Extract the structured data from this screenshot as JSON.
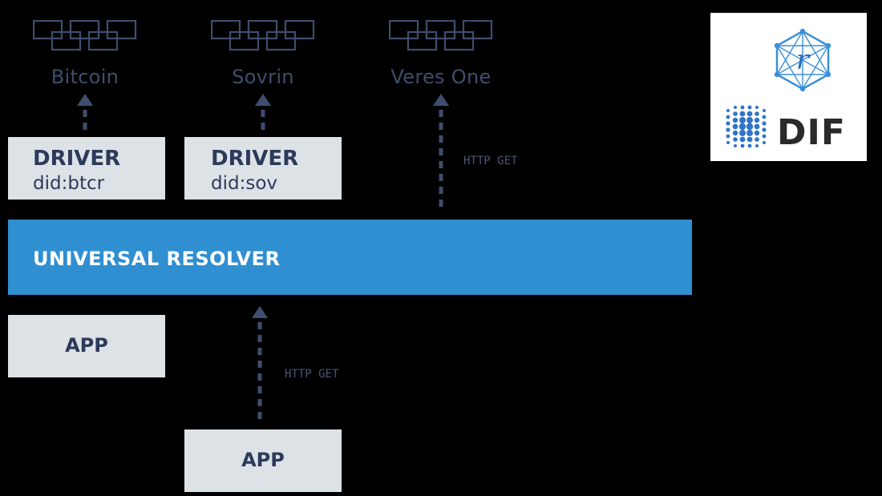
{
  "networks": [
    {
      "label": "Bitcoin",
      "icon": "blockchain-icon"
    },
    {
      "label": "Sovrin",
      "icon": "blockchain-icon"
    },
    {
      "label": "Veres One",
      "icon": "blockchain-icon"
    }
  ],
  "drivers": [
    {
      "title": "DRIVER",
      "method": "did:btcr"
    },
    {
      "title": "DRIVER",
      "method": "did:sov"
    }
  ],
  "veres_link": {
    "protocol_label": "HTTP GET"
  },
  "resolver": {
    "label": "UNIVERSAL RESOLVER",
    "color": "#2f8fd0"
  },
  "apps": [
    {
      "label": "APP"
    },
    {
      "label": "APP",
      "protocol_label": "HTTP GET"
    }
  ],
  "logo": {
    "text": "DIF",
    "emblem_letter": "r"
  },
  "colors": {
    "background": "#000000",
    "box": "#dde2e7",
    "text_dark": "#2d3a5a",
    "muted": "#3f4e6e",
    "accent": "#2f8fd0"
  }
}
